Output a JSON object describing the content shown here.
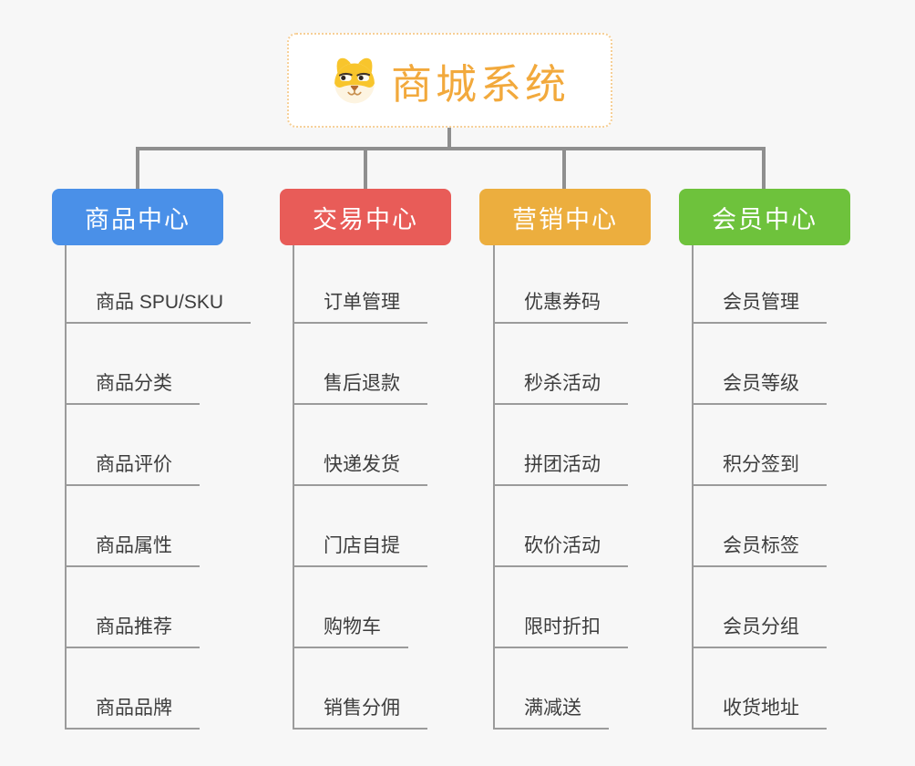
{
  "app": {
    "type": "mindmap-canvas",
    "background": "#f7f7f7"
  },
  "root": {
    "title": "商城系统",
    "icon": "shiba-dog",
    "text_color": "#f2a93c",
    "border_color": "#f6cf96",
    "fill": "#ffffff"
  },
  "colors": {
    "connector": "#8f8f8f",
    "branch_stem": "#9b9b9b",
    "leaf_text": "#3d3d3d"
  },
  "branches": [
    {
      "id": "product-center",
      "label": "商品中心",
      "color": "#4a90e8",
      "children": [
        "商品 SPU/SKU",
        "商品分类",
        "商品评价",
        "商品属性",
        "商品推荐",
        "商品品牌"
      ]
    },
    {
      "id": "trade-center",
      "label": "交易中心",
      "color": "#e85c58",
      "children": [
        "订单管理",
        "售后退款",
        "快递发货",
        "门店自提",
        "购物车",
        "销售分佣"
      ]
    },
    {
      "id": "marketing-center",
      "label": "营销中心",
      "color": "#ecae3e",
      "children": [
        "优惠券码",
        "秒杀活动",
        "拼团活动",
        "砍价活动",
        "限时折扣",
        "满减送"
      ]
    },
    {
      "id": "member-center",
      "label": "会员中心",
      "color": "#6ec23c",
      "children": [
        "会员管理",
        "会员等级",
        "积分签到",
        "会员标签",
        "会员分组",
        "收货地址"
      ]
    }
  ]
}
